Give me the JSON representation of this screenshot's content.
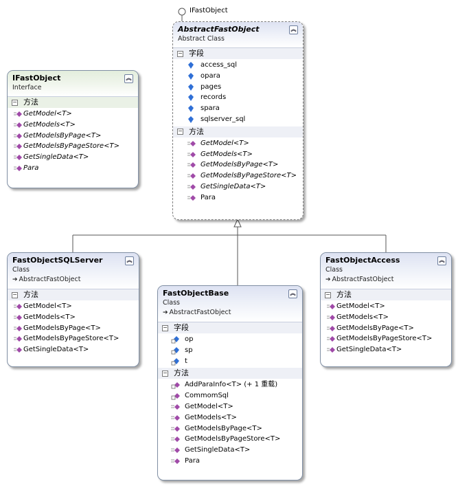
{
  "interface_label": "IFastObject",
  "classes": {
    "ifastobject": {
      "name": "IFastObject",
      "stereotype": "Interface",
      "methods_header": "方法",
      "methods": [
        "GetModel<T>",
        "GetModels<T>",
        "GetModelsByPage<T>",
        "GetModelsByPageStore<T>",
        "GetSingleData<T>",
        "Para"
      ]
    },
    "abstractfastobject": {
      "name": "AbstractFastObject",
      "stereotype": "Abstract Class",
      "fields_header": "字段",
      "fields": [
        "access_sql",
        "opara",
        "pages",
        "records",
        "spara",
        "sqlserver_sql"
      ],
      "methods_header": "方法",
      "methods": [
        "GetModel<T>",
        "GetModels<T>",
        "GetModelsByPage<T>",
        "GetModelsByPageStore<T>",
        "GetSingleData<T>",
        "Para"
      ]
    },
    "fastobjectsqlserver": {
      "name": "FastObjectSQLServer",
      "stereotype": "Class",
      "base": "AbstractFastObject",
      "methods_header": "方法",
      "methods": [
        "GetModel<T>",
        "GetModels<T>",
        "GetModelsByPage<T>",
        "GetModelsByPageStore<T>",
        "GetSingleData<T>"
      ]
    },
    "fastobjectbase": {
      "name": "FastObjectBase",
      "stereotype": "Class",
      "base": "AbstractFastObject",
      "fields_header": "字段",
      "fields": [
        "op",
        "sp",
        "t"
      ],
      "methods_header": "方法",
      "methods": [
        "AddParaInfo<T> (+ 1 重载)",
        "CommomSql",
        "GetModel<T>",
        "GetModels<T>",
        "GetModelsByPage<T>",
        "GetModelsByPageStore<T>",
        "GetSingleData<T>",
        "Para"
      ]
    },
    "fastobjectaccess": {
      "name": "FastObjectAccess",
      "stereotype": "Class",
      "base": "AbstractFastObject",
      "methods_header": "方法",
      "methods": [
        "GetModel<T>",
        "GetModels<T>",
        "GetModelsByPage<T>",
        "GetModelsByPageStore<T>",
        "GetSingleData<T>"
      ]
    }
  },
  "colors": {
    "header_blue": "#dde2f2",
    "header_green": "#e3eedd",
    "border": "#7f8ea3",
    "method_icon": "#a04aa8",
    "field_icon": "#2f6fd6"
  }
}
